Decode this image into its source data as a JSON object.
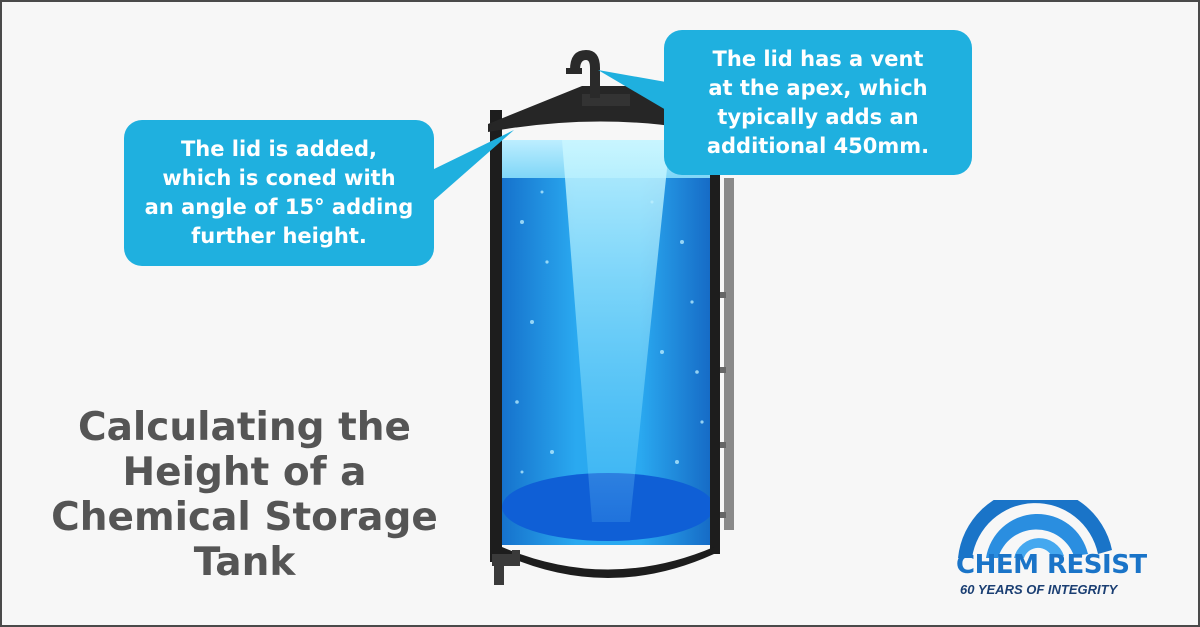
{
  "callouts": {
    "lid": {
      "lines": [
        "The lid is added,",
        "which is coned with",
        "an angle of 15° adding",
        "further height."
      ]
    },
    "vent": {
      "lines": [
        "The lid has a vent",
        "at the apex, which",
        "typically adds an",
        "additional 450mm."
      ]
    }
  },
  "title": {
    "lines": [
      "Calculating the",
      "Height of a",
      "Chemical Storage",
      "Tank"
    ]
  },
  "logo": {
    "name": "CHEM RESIST",
    "tagline": "60 YEARS OF INTEGRITY",
    "icon": "wave-arcs-icon"
  },
  "colors": {
    "callout_bg": "#1fb0df",
    "title_text": "#555555",
    "brand_blue": "#1a74c8",
    "brand_navy": "#1b3f73",
    "liquid": "#2aa3ee"
  }
}
